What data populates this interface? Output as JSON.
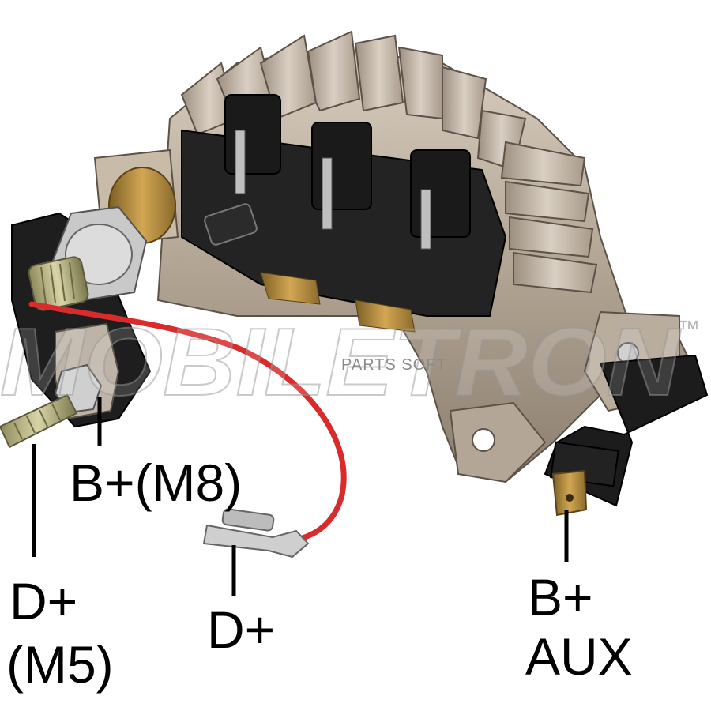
{
  "watermark": {
    "brand": "MOBILETRON",
    "trademark": "™",
    "parts_soft": "PARTS SOFT"
  },
  "labels": {
    "b_plus_m8": "B+(M8)",
    "d_plus_m5_line1": "D+",
    "d_plus_m5_line2": "(M5)",
    "d_plus": "D+",
    "b_plus_aux_line1": "B+",
    "b_plus_aux_line2": "AUX"
  },
  "colors": {
    "wire": "#d92b2b",
    "heatsink": "#b7aa9a",
    "plastic": "#1c1c1c",
    "brass": "#b68a3a",
    "label_text": "#000000"
  }
}
